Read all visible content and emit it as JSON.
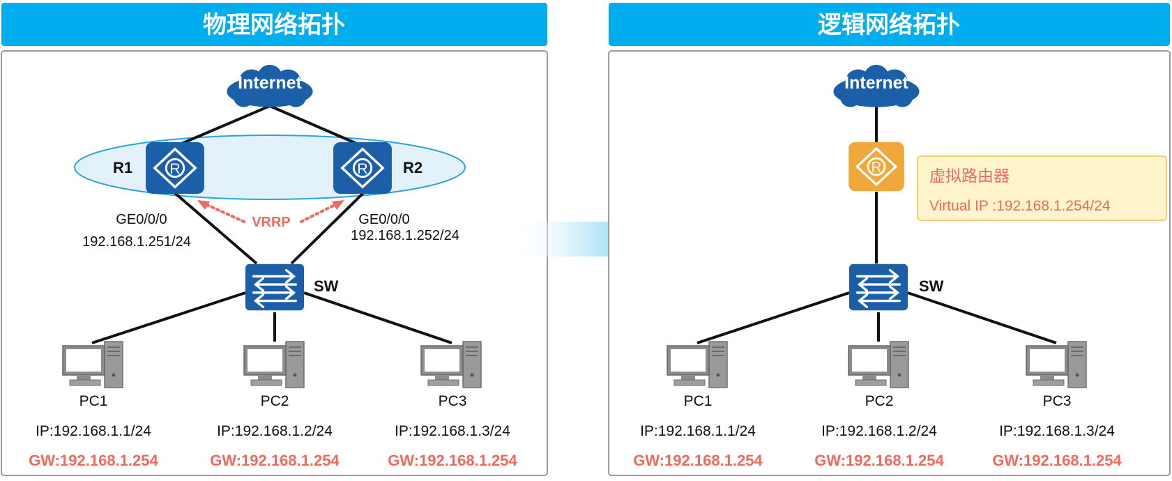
{
  "colors": {
    "header": "#00aeef",
    "device": "#1a5fa8",
    "virtual_router": "#f0a83a",
    "accent_red": "#ef6a5d",
    "ellipse": "#e3f2fa"
  },
  "left_panel": {
    "title": "物理网络拓扑",
    "internet": "Internet",
    "r1": {
      "label": "R1",
      "port": "GE0/0/0",
      "ip": "192.168.1.251/24"
    },
    "r2": {
      "label": "R2",
      "port": "GE0/0/0",
      "ip": "192.168.1.252/24"
    },
    "vrrp": "VRRP",
    "sw": "SW",
    "pcs": [
      {
        "name": "PC1",
        "ip": "IP:192.168.1.1/24",
        "gw": "GW:192.168.1.254"
      },
      {
        "name": "PC2",
        "ip": "IP:192.168.1.2/24",
        "gw": "GW:192.168.1.254"
      },
      {
        "name": "PC3",
        "ip": "IP:192.168.1.3/24",
        "gw": "GW:192.168.1.254"
      }
    ]
  },
  "right_panel": {
    "title": "逻辑网络拓扑",
    "internet": "Internet",
    "virtual_router": {
      "name": "虚拟路由器",
      "ip": "Virtual IP :192.168.1.254/24"
    },
    "sw": "SW",
    "pcs": [
      {
        "name": "PC1",
        "ip": "IP:192.168.1.1/24",
        "gw": "GW:192.168.1.254"
      },
      {
        "name": "PC2",
        "ip": "IP:192.168.1.2/24",
        "gw": "GW:192.168.1.254"
      },
      {
        "name": "PC3",
        "ip": "IP:192.168.1.3/24",
        "gw": "GW:192.168.1.254"
      }
    ]
  },
  "icons": [
    "cloud-icon",
    "router-icon",
    "switch-icon",
    "pc-icon",
    "arrow-right-icon"
  ]
}
